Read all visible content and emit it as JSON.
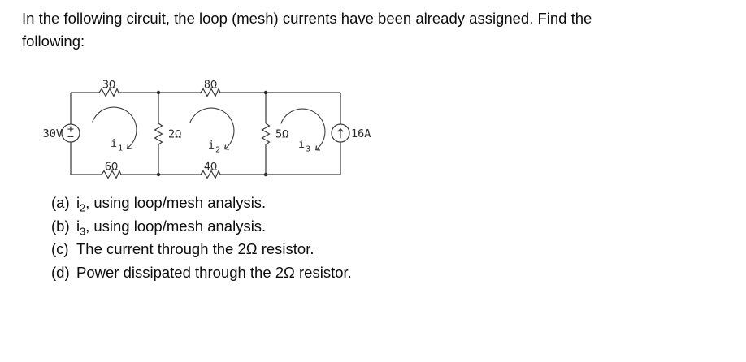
{
  "title": {
    "line1": "In the following circuit, the loop (mesh) currents have been already assigned. Find the",
    "line2": "following:"
  },
  "circuit": {
    "voltage_source": {
      "label": "30V",
      "plus": "+",
      "minus": "−"
    },
    "current_source": {
      "label": "16A"
    },
    "resistors": {
      "top_left": "3Ω",
      "top_mid": "8Ω",
      "mid_left": "2Ω",
      "mid_right": "5Ω",
      "bot_left": "6Ω",
      "bot_mid": "4Ω"
    },
    "loops": [
      {
        "base": "i",
        "sub": "1"
      },
      {
        "base": "i",
        "sub": "2"
      },
      {
        "base": "i",
        "sub": "3"
      }
    ],
    "line_color": "#3d3d3d",
    "text_color": "#2b2b2b"
  },
  "questions": [
    {
      "label": "(a)",
      "pre": "i",
      "sub": "2",
      "post": ", using loop/mesh analysis."
    },
    {
      "label": "(b)",
      "pre": "i",
      "sub": "3",
      "post": ", using loop/mesh analysis."
    },
    {
      "label": "(c)",
      "pre": "",
      "sub": "",
      "post": "The current through the 2Ω resistor."
    },
    {
      "label": "(d)",
      "pre": "",
      "sub": "",
      "post": "Power dissipated through the 2Ω resistor."
    }
  ]
}
